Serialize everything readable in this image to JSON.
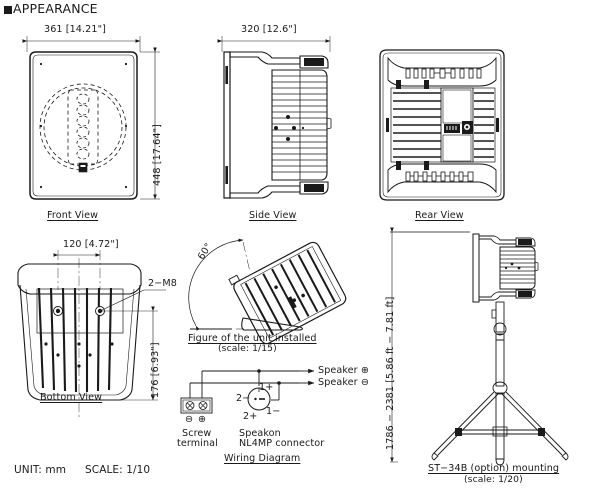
{
  "header": {
    "bullet": "■",
    "title": "APPEARANCE"
  },
  "footer": {
    "unit": "UNIT: mm",
    "scale": "SCALE: 1/10"
  },
  "views": {
    "front": {
      "caption": "Front View",
      "width_dim": "361  [14.21\"]",
      "height_dim": "448 [17.64\"]"
    },
    "side": {
      "caption": "Side View",
      "depth_dim": "320  [12.6\"]"
    },
    "rear": {
      "caption": "Rear View"
    },
    "bottom": {
      "caption": "Bottom View",
      "hole_spacing_dim": "120  [4.72\"]",
      "thread_callout": "2−M8",
      "height_dim": "176  [6.93\"]"
    },
    "installed": {
      "caption": "Figure of the unit installed",
      "scale": "(scale: 1/15)",
      "angle": "60°"
    },
    "wiring": {
      "caption": "Wiring Diagram",
      "speaker_plus": "Speaker ⊕",
      "speaker_minus": "Speaker ⊖",
      "screw_terminal_label_1": "Screw",
      "screw_terminal_label_2": "terminal",
      "screw_minus": "⊖",
      "screw_plus": "⊕",
      "speakon_label_1": "Speakon",
      "speakon_label_2": "NL4MP  connector",
      "pin_1p": "1+",
      "pin_1m": "1−",
      "pin_2p": "2+",
      "pin_2m": "2−"
    },
    "stand": {
      "caption": "ST−34B (option) mounting",
      "scale": "(scale: 1/20)",
      "height_dim": "1786 − 2381 [5.86 ft − 7.81 ft]"
    }
  }
}
